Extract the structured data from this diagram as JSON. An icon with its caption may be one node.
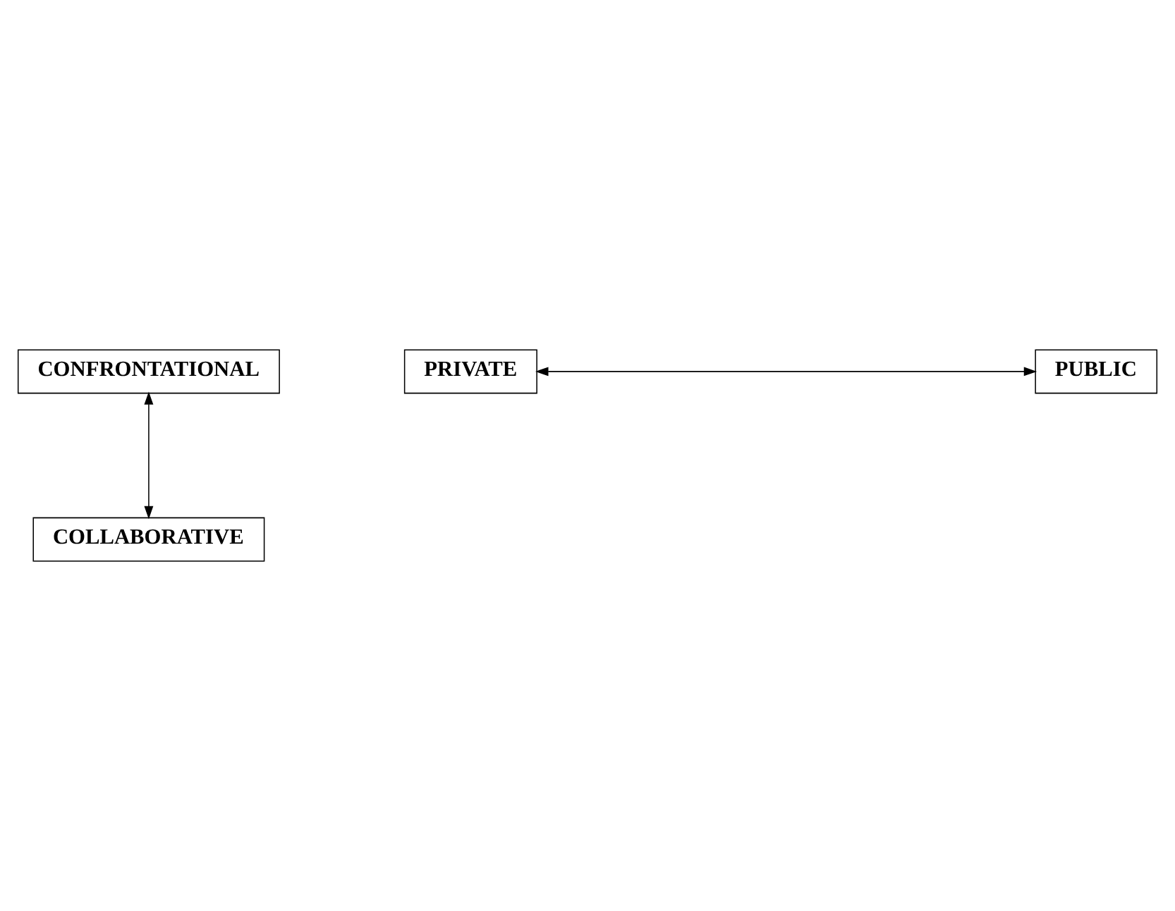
{
  "diagram": {
    "nodes": [
      {
        "text": [
          "CONFRONTATIONAL"
        ]
      },
      {
        "text": [
          "PRIVATE"
        ]
      },
      {
        "text": [
          "PUBLIC"
        ]
      },
      {
        "text": [
          "COLLABORATIVE"
        ]
      }
    ],
    "edges": [
      {
        "from": 0,
        "to": 3,
        "arrow": "both"
      },
      {
        "from": 1,
        "to": 2,
        "arrow": "both"
      }
    ]
  }
}
